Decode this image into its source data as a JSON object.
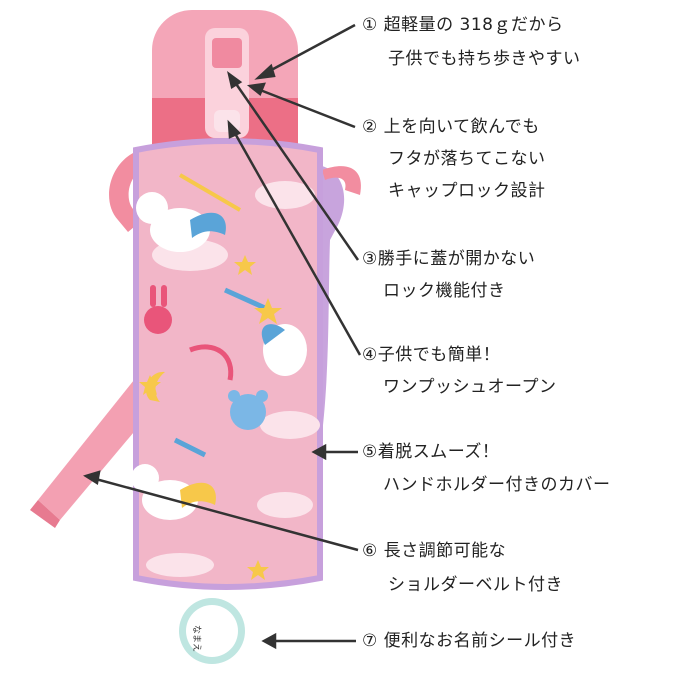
{
  "features": [
    {
      "lines": [
        "① 超軽量の 318ｇだから",
        "子供でも持ち歩きやすい"
      ]
    },
    {
      "lines": [
        "② 上を向いて飲んでも",
        "フタが落ちてこない",
        "キャップロック設計"
      ]
    },
    {
      "lines": [
        "③勝手に蓋が開かない",
        "ロック機能付き"
      ]
    },
    {
      "lines": [
        "④子供でも簡単！",
        "ワンプッシュオープン"
      ]
    },
    {
      "lines": [
        "⑤着脱スムーズ！",
        "ハンドホルダー付きのカバー"
      ]
    },
    {
      "lines": [
        "⑥ 長さ調節可能な",
        "ショルダーベルト付き"
      ]
    },
    {
      "lines": [
        "⑦ 便利なお名前シール付き"
      ]
    }
  ],
  "name_sticker": {
    "text": "なまえ"
  },
  "colors": {
    "cap_pink": "#f4a6b8",
    "collar_pink": "#ec6f86",
    "sleeve_pink": "#f2b6c8",
    "sleeve_edge": "#c7a0dc",
    "strap_pink": "#f28da0",
    "arrow": "#333333"
  }
}
